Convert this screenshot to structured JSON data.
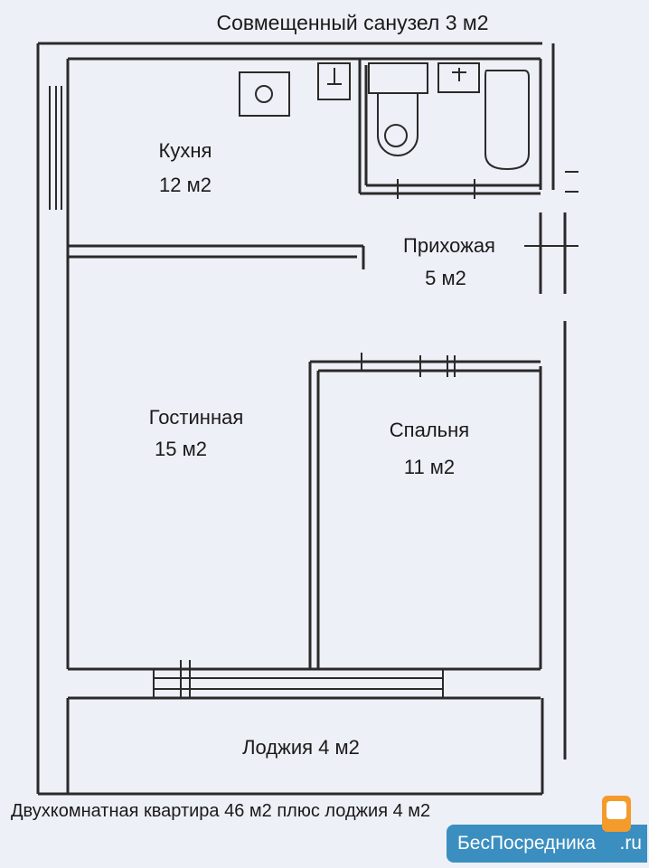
{
  "title": "Совмещенный санузел 3 м2",
  "rooms": {
    "kitchen": {
      "name": "Кухня",
      "area": "12 м2"
    },
    "hallway": {
      "name": "Прихожая",
      "area": "5 м2"
    },
    "living": {
      "name": "Гостинная",
      "area": "15 м2"
    },
    "bedroom": {
      "name": "Спальня",
      "area": "11 м2"
    },
    "loggia": {
      "label": "Лоджия 4 м2"
    }
  },
  "caption": "Двухкомнатная квартира 46 м2 плюс лоджия 4 м2",
  "logo": {
    "name": "БесПосредника",
    "suffix": ".ru",
    "color": "#3b8fc0"
  }
}
